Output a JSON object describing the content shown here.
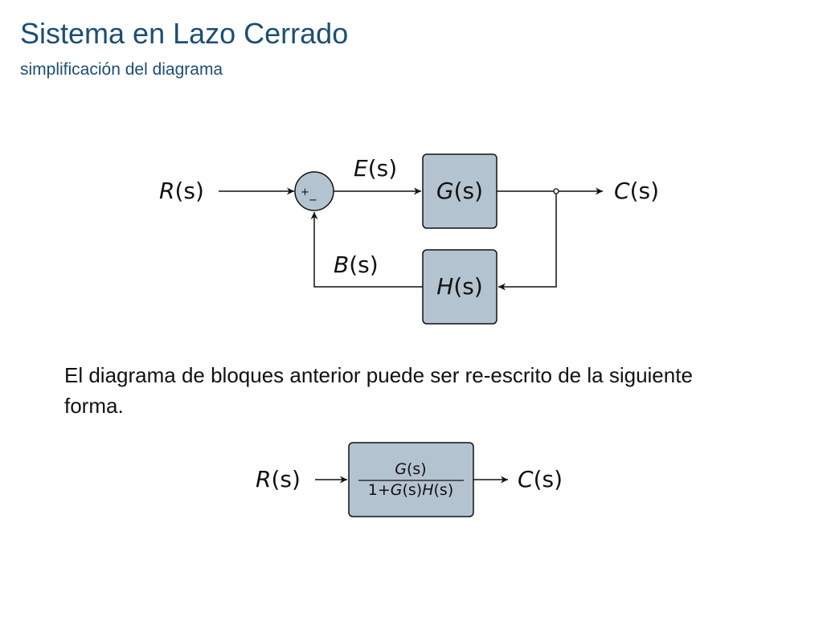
{
  "header": {
    "title": "Sistema en Lazo Cerrado",
    "subtitle": "simplificación del diagrama"
  },
  "closed_loop": {
    "input": {
      "var": "R",
      "arg": "(s)"
    },
    "error": {
      "var": "E",
      "arg": "(s)"
    },
    "forward_block": {
      "var": "G",
      "arg": "(s)"
    },
    "output": {
      "var": "C",
      "arg": "(s)"
    },
    "feedback_signal": {
      "var": "B",
      "arg": "(s)"
    },
    "feedback_block": {
      "var": "H",
      "arg": "(s)"
    },
    "summer_plus": "+",
    "summer_minus": "−"
  },
  "body_text": "El diagrama de bloques anterior puede ser re-escrito de la siguiente forma.",
  "simplified": {
    "input": {
      "var": "R",
      "arg": "(s)"
    },
    "numerator": {
      "var": "G",
      "arg": "(s)"
    },
    "denominator": {
      "one": "1",
      "plus": "+",
      "g": "G",
      "g_arg": "(s)",
      "h": "H",
      "h_arg": "(s)"
    },
    "output": {
      "var": "C",
      "arg": "(s)"
    }
  },
  "colors": {
    "title": "#1d4e73",
    "block_fill": "#b4c3d0",
    "line": "#111111"
  }
}
